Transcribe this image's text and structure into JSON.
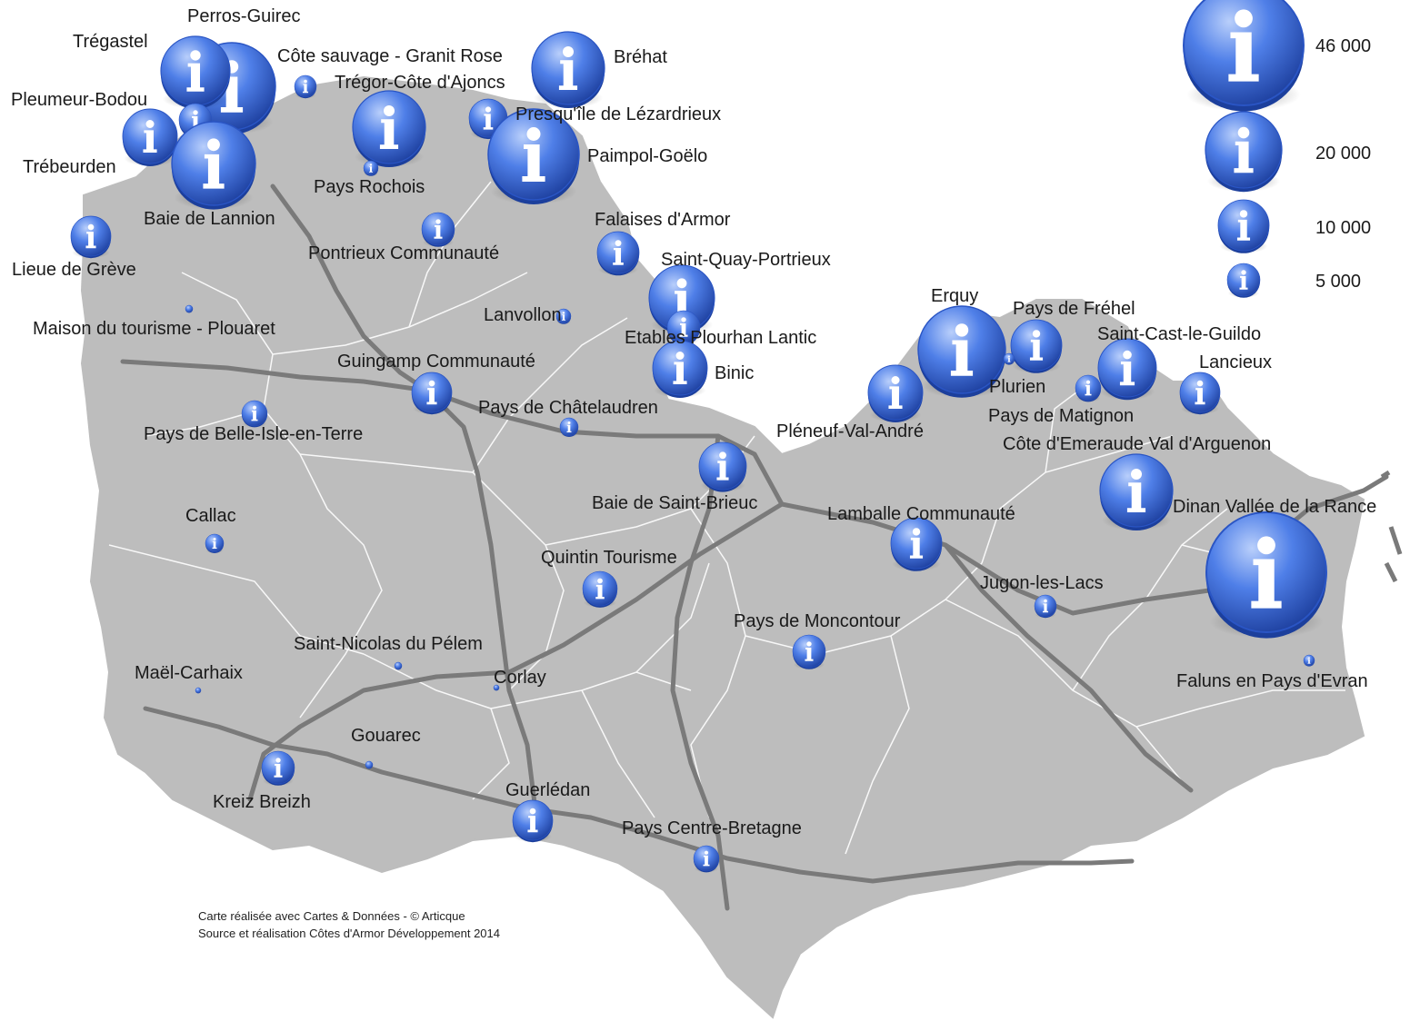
{
  "colors": {
    "land": "#bdbdbd",
    "border": "#ffffff",
    "road": "#808080",
    "icon_light": "#8fb0f5",
    "icon_mid": "#3f6ee0",
    "icon_dark": "#1c3f9c"
  },
  "map_icon": "info-icon",
  "credits": {
    "line1": "Carte réalisée avec Cartes & Données - © Articque",
    "line2": "Source et réalisation Côtes d'Armor Développement 2014"
  },
  "legend": {
    "entries": [
      {
        "label": "46 000",
        "value": 46000
      },
      {
        "label": "20 000",
        "value": 20000
      },
      {
        "label": "10 000",
        "value": 10000
      },
      {
        "label": "5 000",
        "value": 5000
      }
    ]
  },
  "offices": [
    {
      "name": "Perros-Guirec"
    },
    {
      "name": "Trégastel"
    },
    {
      "name": "Pleumeur-Bodou"
    },
    {
      "name": "Trébeurden"
    },
    {
      "name": "Baie de Lannion"
    },
    {
      "name": "Lieue de Grève"
    },
    {
      "name": "Maison du tourisme - Plouaret"
    },
    {
      "name": "Côte sauvage - Granit Rose"
    },
    {
      "name": "Trégor-Côte d'Ajoncs"
    },
    {
      "name": "Pays Rochois"
    },
    {
      "name": "Bréhat"
    },
    {
      "name": "Presqu'île de Lézardrieux"
    },
    {
      "name": "Paimpol-Goëlo"
    },
    {
      "name": "Falaises d'Armor"
    },
    {
      "name": "Pontrieux Communauté"
    },
    {
      "name": "Saint-Quay-Portrieux"
    },
    {
      "name": "Lanvollon"
    },
    {
      "name": "Etables Plourhan Lantic"
    },
    {
      "name": "Binic"
    },
    {
      "name": "Guingamp Communauté"
    },
    {
      "name": "Pays de Châtelaudren"
    },
    {
      "name": "Pays de Belle-Isle-en-Terre"
    },
    {
      "name": "Erquy"
    },
    {
      "name": "Pays de Fréhel"
    },
    {
      "name": "Saint-Cast-le-Guildo"
    },
    {
      "name": "Lancieux"
    },
    {
      "name": "Plurien"
    },
    {
      "name": "Pays de Matignon"
    },
    {
      "name": "Pléneuf-Val-André"
    },
    {
      "name": "Côte d'Emeraude Val d'Arguenon"
    },
    {
      "name": "Dinan Vallée de la Rance"
    },
    {
      "name": "Baie de Saint-Brieuc"
    },
    {
      "name": "Lamballe Communauté"
    },
    {
      "name": "Callac"
    },
    {
      "name": "Quintin Tourisme"
    },
    {
      "name": "Jugon-les-Lacs"
    },
    {
      "name": "Pays de Moncontour"
    },
    {
      "name": "Saint-Nicolas du Pélem"
    },
    {
      "name": "Maël-Carhaix"
    },
    {
      "name": "Corlay"
    },
    {
      "name": "Faluns en Pays d'Evran"
    },
    {
      "name": "Gouarec"
    },
    {
      "name": "Kreiz Breizh"
    },
    {
      "name": "Guerlédan"
    },
    {
      "name": "Pays Centre-Bretagne"
    }
  ]
}
